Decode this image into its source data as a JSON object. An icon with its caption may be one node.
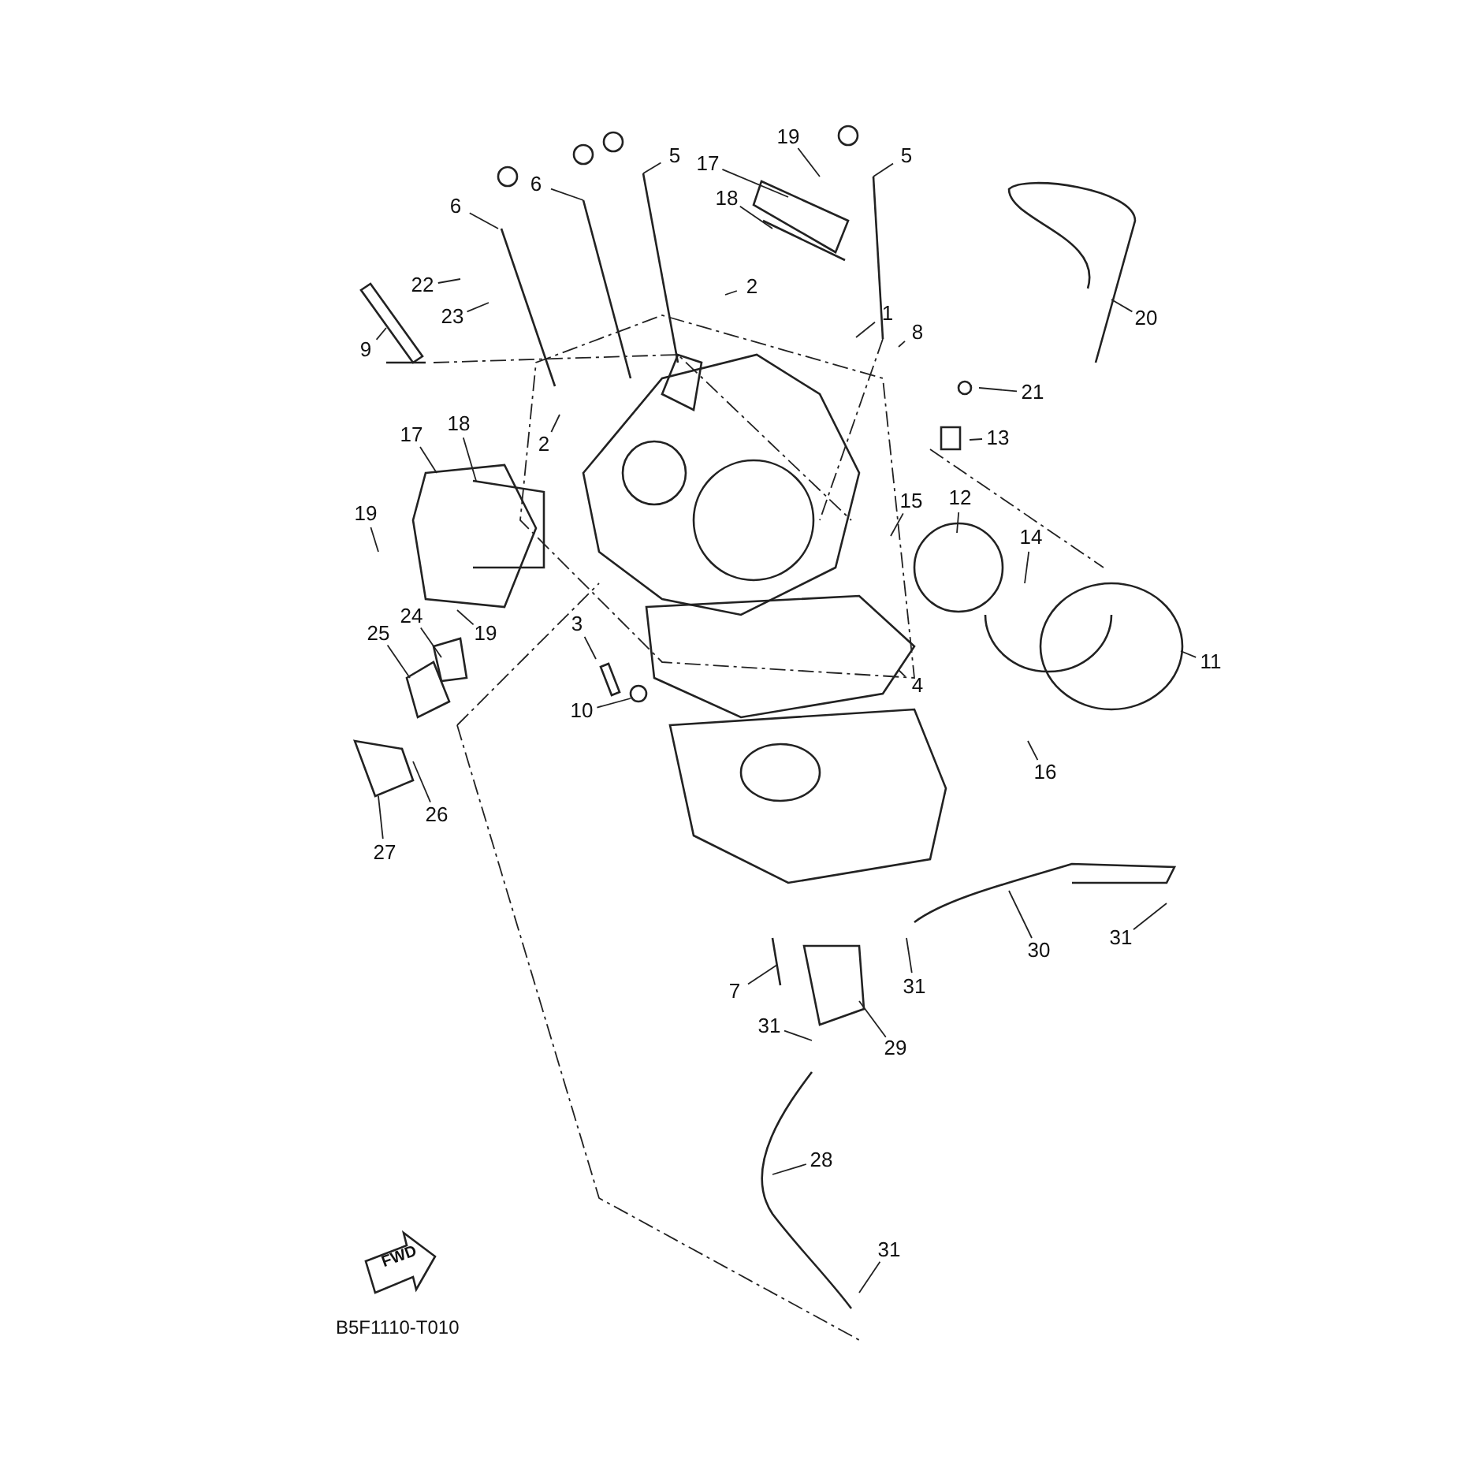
{
  "diagram": {
    "nodes": [
      {
        "text": [
          "19"
        ]
      },
      {
        "text": [
          "17"
        ]
      },
      {
        "text": [
          "18"
        ]
      },
      {
        "text": [
          "6"
        ]
      },
      {
        "text": [
          "6"
        ]
      },
      {
        "text": [
          "5"
        ]
      },
      {
        "text": [
          "5"
        ]
      },
      {
        "text": [
          "22"
        ]
      },
      {
        "text": [
          "23"
        ]
      },
      {
        "text": [
          "9"
        ]
      },
      {
        "text": [
          "2"
        ]
      },
      {
        "text": [
          "1"
        ]
      },
      {
        "text": [
          "8"
        ]
      },
      {
        "text": [
          "20"
        ]
      },
      {
        "text": [
          "21"
        ]
      },
      {
        "text": [
          "13"
        ]
      },
      {
        "text": [
          "2"
        ]
      },
      {
        "text": [
          "17"
        ]
      },
      {
        "text": [
          "18"
        ]
      },
      {
        "text": [
          "19"
        ]
      },
      {
        "text": [
          "15"
        ]
      },
      {
        "text": [
          "12"
        ]
      },
      {
        "text": [
          "14"
        ]
      },
      {
        "text": [
          "24"
        ]
      },
      {
        "text": [
          "19"
        ]
      },
      {
        "text": [
          "25"
        ]
      },
      {
        "text": [
          "3"
        ]
      },
      {
        "text": [
          "10"
        ]
      },
      {
        "text": [
          "4"
        ]
      },
      {
        "text": [
          "11"
        ]
      },
      {
        "text": [
          "16"
        ]
      },
      {
        "text": [
          "26"
        ]
      },
      {
        "text": [
          "27"
        ]
      },
      {
        "text": [
          "30"
        ]
      },
      {
        "text": [
          "31"
        ]
      },
      {
        "text": [
          "31"
        ]
      },
      {
        "text": [
          "7"
        ]
      },
      {
        "text": [
          "31"
        ]
      },
      {
        "text": [
          "29"
        ]
      },
      {
        "text": [
          "28"
        ]
      },
      {
        "text": [
          "31"
        ]
      }
    ],
    "edges": [
      {
        "from": 0,
        "to": null,
        "arrow": "none"
      },
      {
        "from": 1,
        "to": null,
        "arrow": "none"
      },
      {
        "from": 2,
        "to": null,
        "arrow": "none"
      },
      {
        "from": 3,
        "to": null,
        "arrow": "none"
      },
      {
        "from": 4,
        "to": null,
        "arrow": "none"
      },
      {
        "from": 5,
        "to": null,
        "arrow": "none"
      },
      {
        "from": 6,
        "to": null,
        "arrow": "none"
      },
      {
        "from": 7,
        "to": null,
        "arrow": "none"
      },
      {
        "from": 8,
        "to": null,
        "arrow": "none"
      },
      {
        "from": 9,
        "to": null,
        "arrow": "none"
      },
      {
        "from": 10,
        "to": null,
        "arrow": "none"
      },
      {
        "from": 11,
        "to": null,
        "arrow": "none"
      },
      {
        "from": 12,
        "to": null,
        "arrow": "none"
      },
      {
        "from": 13,
        "to": null,
        "arrow": "none"
      },
      {
        "from": 14,
        "to": null,
        "arrow": "none"
      },
      {
        "from": 15,
        "to": null,
        "arrow": "none"
      },
      {
        "from": 16,
        "to": null,
        "arrow": "none"
      },
      {
        "from": 17,
        "to": null,
        "arrow": "none"
      },
      {
        "from": 18,
        "to": null,
        "arrow": "none"
      },
      {
        "from": 19,
        "to": null,
        "arrow": "none"
      },
      {
        "from": 20,
        "to": null,
        "arrow": "none"
      },
      {
        "from": 21,
        "to": null,
        "arrow": "none"
      },
      {
        "from": 22,
        "to": null,
        "arrow": "none"
      },
      {
        "from": 23,
        "to": null,
        "arrow": "none"
      },
      {
        "from": 24,
        "to": null,
        "arrow": "none"
      },
      {
        "from": 25,
        "to": null,
        "arrow": "none"
      },
      {
        "from": 26,
        "to": null,
        "arrow": "none"
      },
      {
        "from": 27,
        "to": null,
        "arrow": "none"
      },
      {
        "from": 28,
        "to": null,
        "arrow": "none"
      },
      {
        "from": 29,
        "to": null,
        "arrow": "none"
      },
      {
        "from": 30,
        "to": null,
        "arrow": "none"
      },
      {
        "from": 31,
        "to": null,
        "arrow": "none"
      },
      {
        "from": 32,
        "to": null,
        "arrow": "none"
      },
      {
        "from": 33,
        "to": null,
        "arrow": "none"
      },
      {
        "from": 34,
        "to": null,
        "arrow": "none"
      },
      {
        "from": 35,
        "to": null,
        "arrow": "none"
      },
      {
        "from": 36,
        "to": null,
        "arrow": "none"
      },
      {
        "from": 37,
        "to": null,
        "arrow": "none"
      },
      {
        "from": 38,
        "to": null,
        "arrow": "none"
      },
      {
        "from": 39,
        "to": null,
        "arrow": "none"
      },
      {
        "from": 40,
        "to": null,
        "arrow": "none"
      }
    ],
    "labels": [
      "FWD",
      "B5F1110-T010"
    ]
  }
}
